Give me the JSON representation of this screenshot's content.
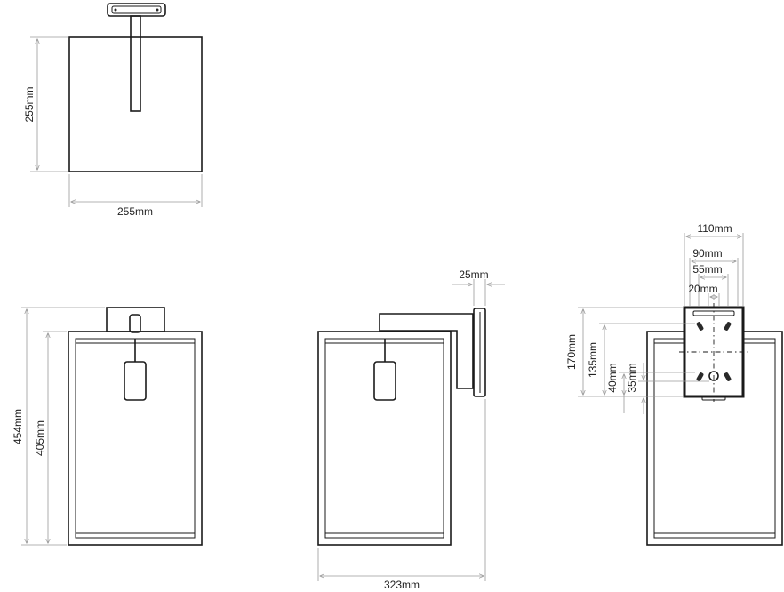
{
  "top_view": {
    "height_label": "255mm",
    "width_label": "255mm"
  },
  "front_view": {
    "overall_height_label": "454mm",
    "frame_height_label": "405mm"
  },
  "side_view": {
    "plate_depth_label": "25mm",
    "projection_label": "323mm"
  },
  "back_view": {
    "labels_h": [
      "110mm",
      "90mm",
      "55mm",
      "20mm"
    ],
    "labels_v": [
      "170mm",
      "135mm",
      "40mm",
      "35mm"
    ]
  },
  "colors": {
    "line": "#1a1a1a",
    "dimension": "#9a9a9a",
    "text": "#222222"
  }
}
